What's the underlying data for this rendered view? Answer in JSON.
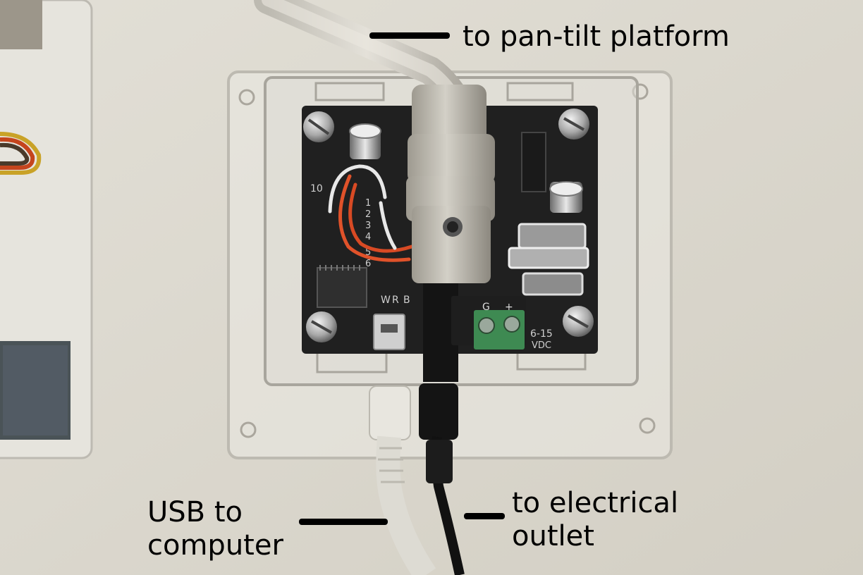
{
  "annotations": {
    "pan_tilt_label": "to pan-tilt platform",
    "usb_label_line1": "USB to",
    "usb_label_line2": "computer",
    "power_label_line1": "to electrical",
    "power_label_line2": "outlet"
  },
  "board_silkscreen": {
    "pin_labels": [
      "10",
      "1",
      "2",
      "3",
      "4",
      "5",
      "6"
    ],
    "header_letters": [
      "W",
      "R",
      "B"
    ],
    "terminal_labels": [
      "G",
      "+"
    ],
    "voltage_text": "6-15",
    "voltage_unit": "VDC"
  },
  "colors": {
    "background": "#d9d6cc",
    "pcb": "#202020",
    "usb_cable": "#e8e6df",
    "power_cable": "#111111",
    "terminal_block": "#3e8a52",
    "annotation_text": "#000000"
  }
}
